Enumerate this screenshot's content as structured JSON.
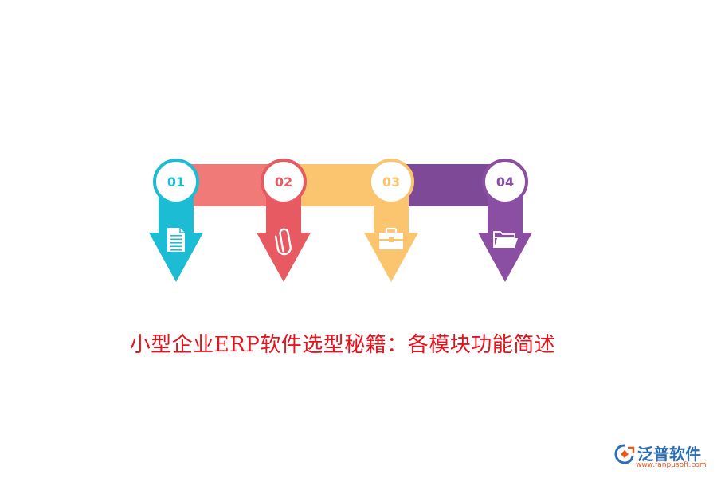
{
  "steps": [
    {
      "number": "01",
      "color": "#1cbdd4",
      "band_color": "#ef7a78",
      "icon": "document-icon"
    },
    {
      "number": "02",
      "color": "#e85a61",
      "band_color": "#fbc56f",
      "icon": "paperclip-icon"
    },
    {
      "number": "03",
      "color": "#fbc56f",
      "band_color": "#7e4a97",
      "icon": "briefcase-icon"
    },
    {
      "number": "04",
      "color": "#8a4ea2",
      "band_color": "",
      "icon": "folder-icon"
    }
  ],
  "title": "小型企业ERP软件选型秘籍：各模块功能简述",
  "brand": {
    "name": "泛普软件",
    "url": "www.fanpusoft.com",
    "color": "#2c6db3",
    "accent": "#e8591c"
  }
}
